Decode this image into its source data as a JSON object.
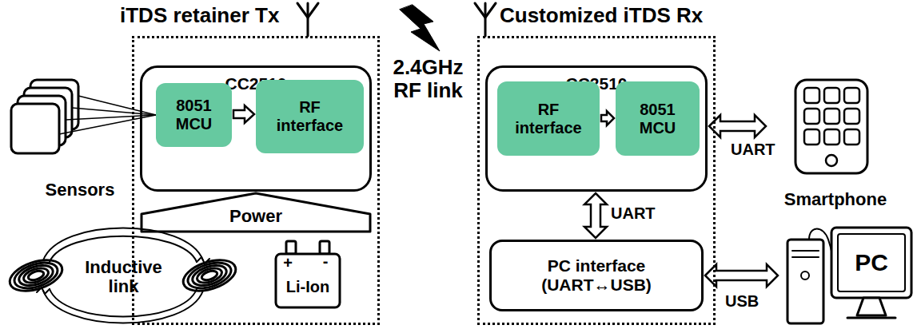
{
  "diagram": {
    "nodes": [
      {
        "text": [
          "iTDS retainer Tx"
        ]
      },
      {
        "text": [
          "CC2510"
        ],
        "in": 0
      },
      {
        "text": [
          "8051 MCU"
        ],
        "in": 1
      },
      {
        "text": [
          "RF interface"
        ],
        "in": 1
      },
      {
        "text": [
          "Power"
        ],
        "in": 0
      },
      {
        "text": [
          "Li-Ion"
        ],
        "in": 0
      },
      {
        "text": [
          "Customized iTDS Rx"
        ]
      },
      {
        "text": [
          "CC2510"
        ],
        "in": 6
      },
      {
        "text": [
          "RF interface"
        ],
        "in": 7
      },
      {
        "text": [
          "8051 MCU"
        ],
        "in": 7
      },
      {
        "text": [
          "PC interface (UART↔USB)"
        ],
        "in": 6
      },
      {
        "text": [
          "Smartphone"
        ]
      },
      {
        "text": [
          "PC"
        ]
      },
      {
        "text": [
          "Sensors"
        ]
      }
    ],
    "edges": [
      {
        "from": 2,
        "to": 3,
        "arrow": "to"
      },
      {
        "from": 8,
        "to": 9,
        "arrow": "to"
      },
      {
        "from": 7,
        "to": 10,
        "label": "UART",
        "arrow": "both"
      },
      {
        "from": 7,
        "to": 11,
        "label": "UART",
        "arrow": "both"
      },
      {
        "from": 10,
        "to": 12,
        "label": "USB",
        "arrow": "both"
      },
      {
        "from": 13,
        "to": 2,
        "arrow": "none"
      }
    ],
    "labels": [
      "+",
      "-",
      "Inductive link",
      "2.4GHz RF link"
    ]
  }
}
